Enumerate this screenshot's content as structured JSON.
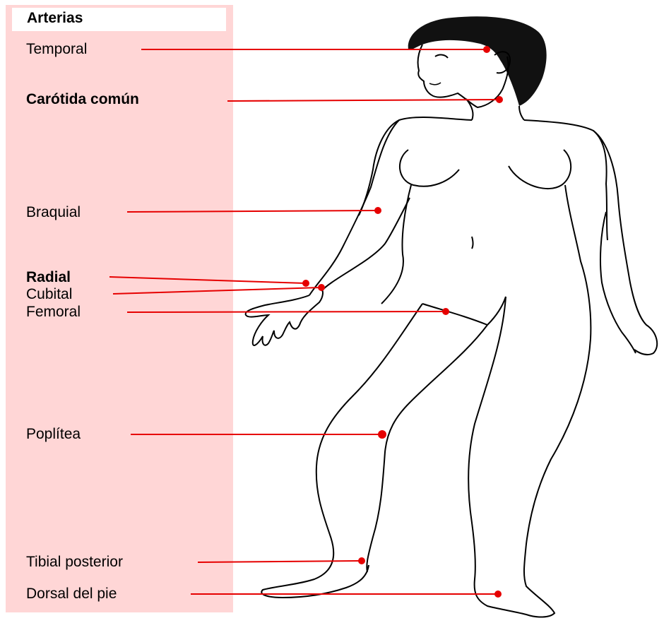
{
  "title": "Arterias",
  "colors": {
    "panel": "#ffd6d6",
    "pointer": "#e60000",
    "outline": "#000000",
    "hair": "#111111"
  },
  "labels": [
    {
      "id": "temporal",
      "text": "Temporal",
      "bold": false
    },
    {
      "id": "carotida",
      "text": "Carótida común",
      "bold": true
    },
    {
      "id": "braquial",
      "text": "Braquial",
      "bold": false
    },
    {
      "id": "radial",
      "text": "Radial",
      "bold": true
    },
    {
      "id": "cubital",
      "text": "Cubital",
      "bold": false
    },
    {
      "id": "femoral",
      "text": "Femoral",
      "bold": false
    },
    {
      "id": "poplitea",
      "text": "Poplítea",
      "bold": false
    },
    {
      "id": "tibial",
      "text": "Tibial posterior",
      "bold": false
    },
    {
      "id": "dorsal",
      "text": "Dorsal del pie",
      "bold": false
    }
  ]
}
